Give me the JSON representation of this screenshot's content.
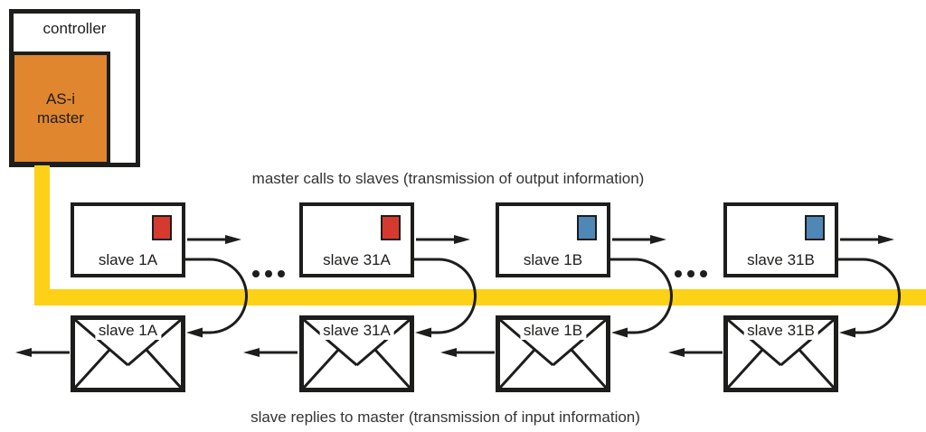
{
  "colors": {
    "line": "#1d1d1b",
    "bus": "#FCD116",
    "master": "#E0862F",
    "stamp_red": "#D63A2F",
    "stamp_blue": "#4F87B7"
  },
  "controller": {
    "label": "controller",
    "master_line1": "AS-i",
    "master_line2": "master"
  },
  "captions": {
    "top": "master calls to slaves (transmission of output information)",
    "bottom": "slave replies to master (transmission of input information)"
  },
  "top_row": {
    "slaves": [
      {
        "label": "slave 1A",
        "stamp_color": "#D63A2F"
      },
      {
        "label": "slave 31A",
        "stamp_color": "#D63A2F"
      },
      {
        "label": "slave 1B",
        "stamp_color": "#4F87B7"
      },
      {
        "label": "slave 31B",
        "stamp_color": "#4F87B7"
      }
    ]
  },
  "bottom_row": {
    "envelopes": [
      {
        "label": "slave 1A"
      },
      {
        "label": "slave 31A"
      },
      {
        "label": "slave 1B"
      },
      {
        "label": "slave 31B"
      }
    ]
  }
}
